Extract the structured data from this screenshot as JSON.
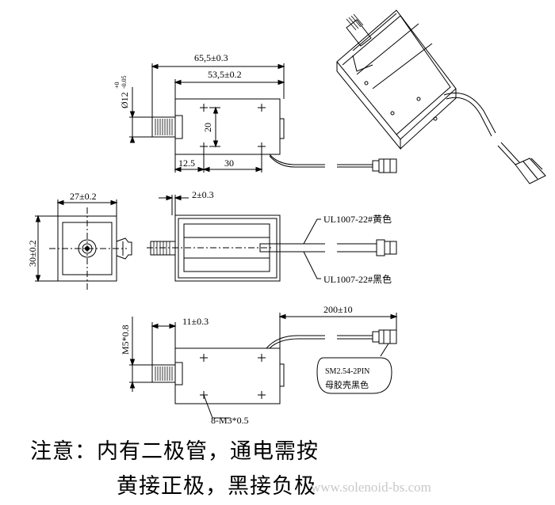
{
  "top_view": {
    "dim_overall_length": "65,5±0.3",
    "dim_body_length": "53,5±0.2",
    "dim_plunger_diameter": "Ø12",
    "dim_plunger_tolerance_upper": "+0",
    "dim_plunger_tolerance_lower": "-0.05",
    "dim_hole_spacing_vertical": "20",
    "dim_hole_offset": "12.5",
    "dim_hole_spacing_horizontal": "30"
  },
  "front_view": {
    "dim_width": "27±0.2",
    "dim_height": "30±0.2",
    "dim_bracket_thickness": "2±0.3",
    "wire_yellow_label": "UL1007-22#黄色",
    "wire_black_label": "UL1007-22#黑色"
  },
  "side_view": {
    "dim_thread": "M5*0.8",
    "dim_plunger_extension": "11±0.3",
    "dim_wire_length": "200±10",
    "connector_label_line1": "SM2.54-2PIN",
    "connector_label_line2": "母胶壳黑色",
    "mounting_holes_label": "8-M3*0.5"
  },
  "note": {
    "line1": "注意：内有二极管，通电需按",
    "line2": "黄接正极，黑接负极"
  },
  "watermark": "www.solenoid-bs.com",
  "colors": {
    "line": "#000000",
    "watermark": "#c8c8c8"
  }
}
